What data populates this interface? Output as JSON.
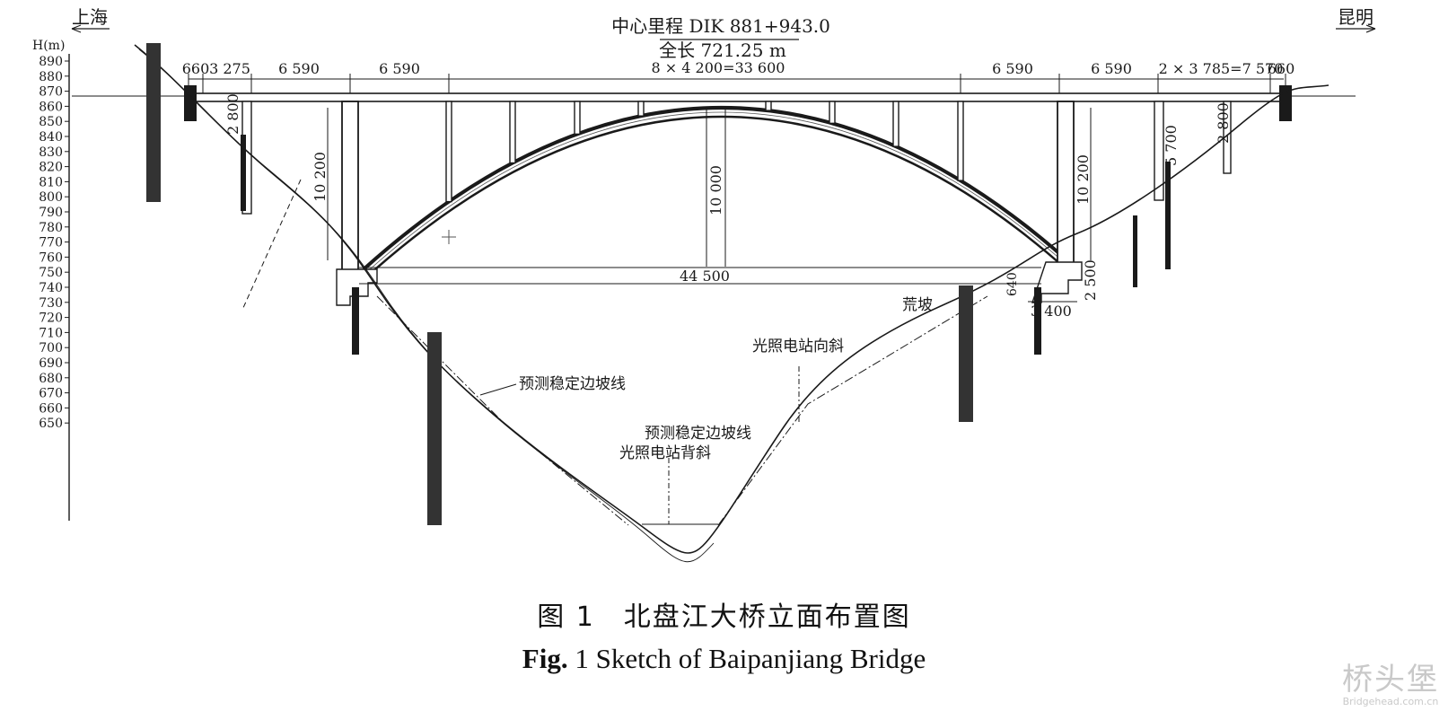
{
  "header": {
    "left_city": "上海",
    "right_city": "昆明",
    "center_mileage": "中心里程 DIK 881+943.0",
    "total_length": "全长 721.25 m"
  },
  "axis": {
    "label": "H(m)",
    "ticks": [
      "890",
      "880",
      "870",
      "860",
      "850",
      "840",
      "830",
      "820",
      "810",
      "800",
      "790",
      "780",
      "770",
      "760",
      "750",
      "740",
      "730",
      "720",
      "710",
      "700",
      "690",
      "680",
      "670",
      "660",
      "650"
    ]
  },
  "dimensions": {
    "top_spans": [
      "660",
      "3 275",
      "6 590",
      "6 590",
      "8 × 4 200=33 600",
      "6 590",
      "6 590",
      "2 × 3 785=7 570",
      "660"
    ],
    "arch_span": "44 500",
    "arch_rise": "10 000",
    "pier_height_left": "10 200",
    "pier_height_right": "10 200",
    "left_small": "2 800",
    "right_small_a": "5 700",
    "right_small_b": "2 800",
    "foot_width": "3 400",
    "foot_height": "2 500",
    "foot_small": "640"
  },
  "annotations": {
    "slope_left": "预测稳定边坡线",
    "slope_right": "预测稳定边坡线",
    "syncline": "光照电站向斜",
    "anticline": "光照电站背斜",
    "barren_slope": "荒坡"
  },
  "caption": {
    "cn": "图 1　北盘江大桥立面布置图",
    "en_prefix": "Fig.",
    "en_rest": "1 Sketch of Baipanjiang Bridge"
  },
  "watermark": {
    "name": "桥头堡",
    "site": "Bridgehead.com.cn"
  }
}
